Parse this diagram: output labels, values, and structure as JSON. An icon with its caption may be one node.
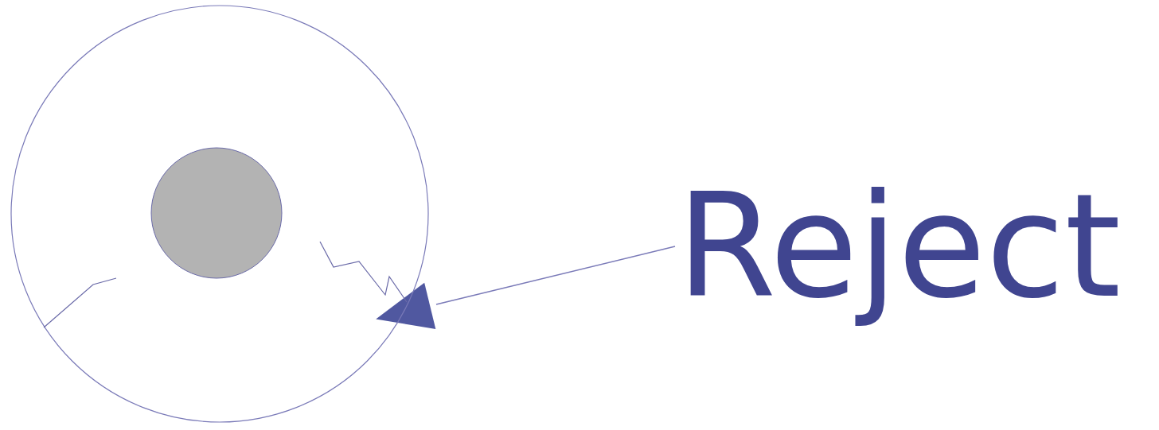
{
  "diagram": {
    "nodes": [
      {
        "text": [],
        "shape": "circle"
      },
      {
        "text": [
          "Reject"
        ]
      }
    ],
    "edges": [
      {
        "from": 1,
        "to": 0,
        "arrow": "to"
      }
    ]
  }
}
